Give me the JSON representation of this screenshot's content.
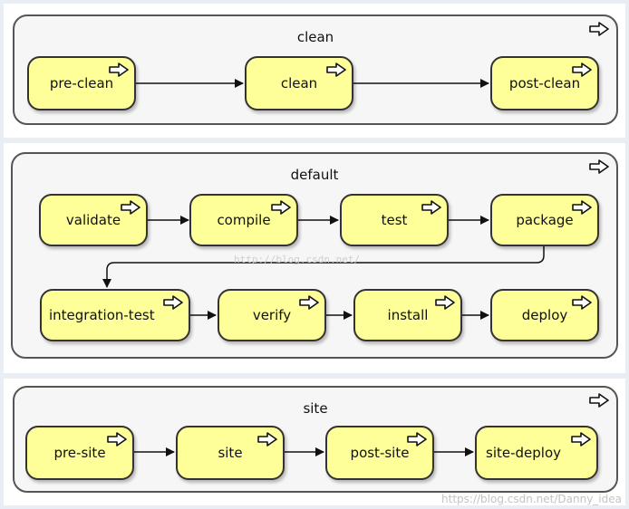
{
  "panels": {
    "clean": {
      "title": "clean",
      "nodes": [
        "pre-clean",
        "clean",
        "post-clean"
      ]
    },
    "default": {
      "title": "default",
      "row1": [
        "validate",
        "compile",
        "test",
        "package"
      ],
      "row2": [
        "integration-test",
        "verify",
        "install",
        "deploy"
      ]
    },
    "site": {
      "title": "site",
      "nodes": [
        "pre-site",
        "site",
        "post-site",
        "site-deploy"
      ]
    }
  },
  "watermarks": {
    "bottom": "https://blog.csdn.net/Danny_idea",
    "middle": "http://blog.csdn.net/"
  },
  "colors": {
    "node_fill": "#ffff99",
    "node_border": "#333333",
    "panel_fill": "#f6f6f6",
    "background": "#e8eef4"
  },
  "icons": {
    "step": "hollow-arrow-right-icon"
  }
}
